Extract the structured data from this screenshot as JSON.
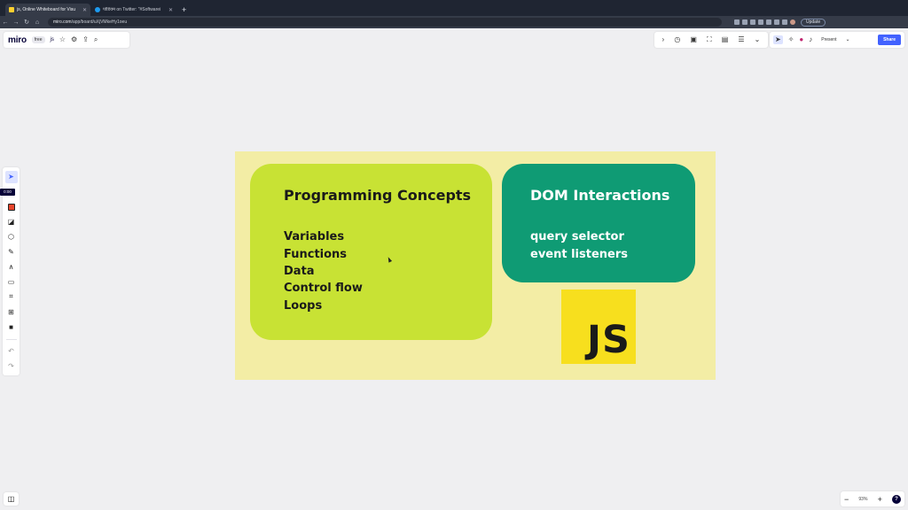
{
  "browser": {
    "tabs": [
      {
        "title": "js, Online Whiteboard for Visu",
        "active": true
      },
      {
        "title": "पोडियम on Twitter: \"#Softwarei",
        "active": false
      }
    ],
    "url_host": "miro.com",
    "url_path": "/app/board/uXjVMkeHy1oeu",
    "update_label": "Update"
  },
  "miro": {
    "logo": "miro",
    "plan_badge": "free",
    "board_name": "js",
    "present_label": "Present",
    "share_label": "Share",
    "timer": "0:00",
    "zoom": "93%"
  },
  "board": {
    "card_concepts": {
      "title": "Programming Concepts",
      "items": [
        "Variables",
        "Functions",
        "Data",
        "Control flow",
        "Loops"
      ]
    },
    "card_dom": {
      "title": "DOM Interactions",
      "items": [
        "query selector",
        "event listeners"
      ]
    },
    "logo_text": "JS"
  },
  "colors": {
    "frame_bg": "#f3eda5",
    "green_card": "#c8e234",
    "teal_card": "#0f9b74",
    "js_yellow": "#f7df1e",
    "share_blue": "#4262ff"
  }
}
